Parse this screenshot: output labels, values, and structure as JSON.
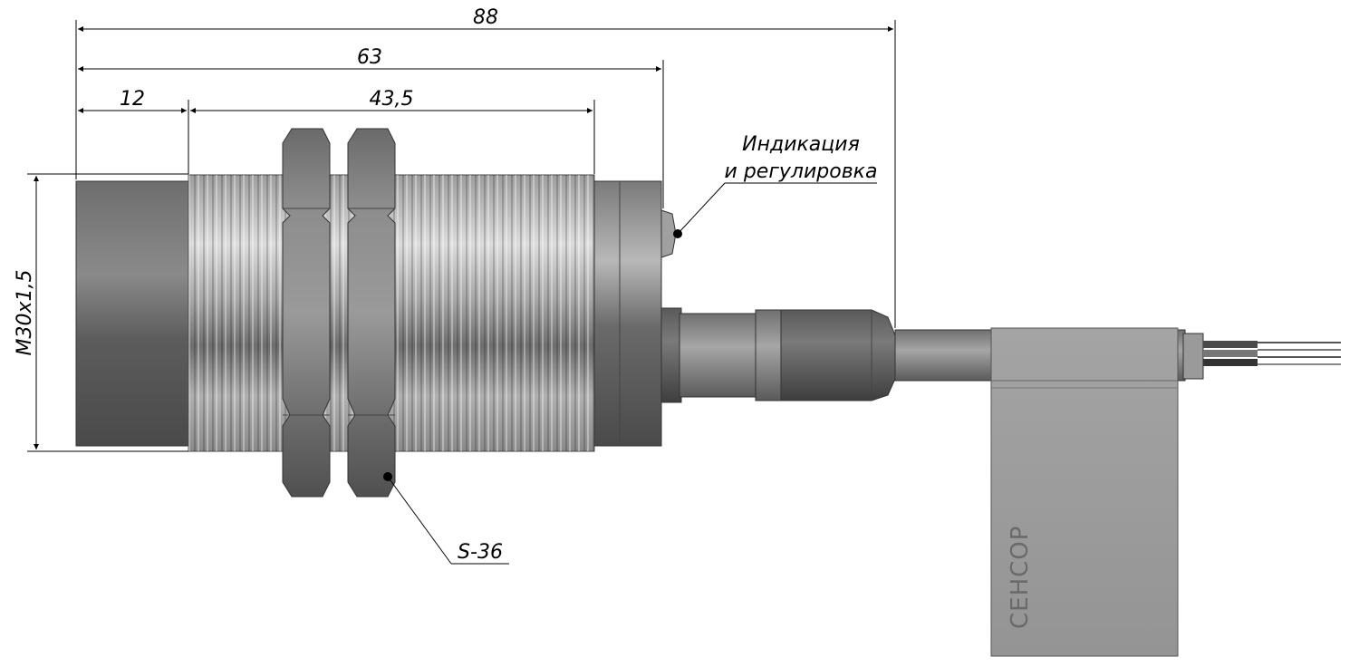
{
  "dimensions": {
    "overall": "88",
    "body_length": "63",
    "sensing_face": "12",
    "thread_length": "43,5",
    "thread_spec": "M30x1,5"
  },
  "callouts": {
    "indicator_line1": "Индикация",
    "indicator_line2": "и регулировка",
    "nut_size": "S-36"
  },
  "label": {
    "brand": "СЕНСОР"
  },
  "colors": {
    "face": "#5a5a5a",
    "thread": "#b4b4b4",
    "nut": "#646464",
    "cable": "#8a8a8a",
    "tag": "#9b9b9b"
  }
}
